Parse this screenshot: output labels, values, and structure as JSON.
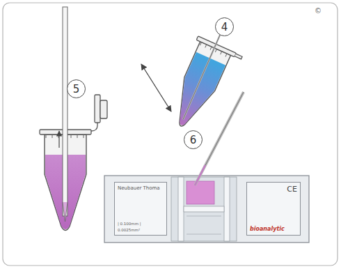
{
  "diagram": {
    "nodes": [
      {
        "text": [
          "4"
        ]
      },
      {
        "text": [
          "5"
        ]
      },
      {
        "text": [
          "6"
        ]
      },
      {
        "text": [
          "Neubauer Thoma",
          "| 0.100mm |",
          "0.0025mm²"
        ]
      },
      {
        "text": [
          "CE",
          "bioanalytic"
        ]
      }
    ],
    "labels": [
      "©"
    ]
  }
}
